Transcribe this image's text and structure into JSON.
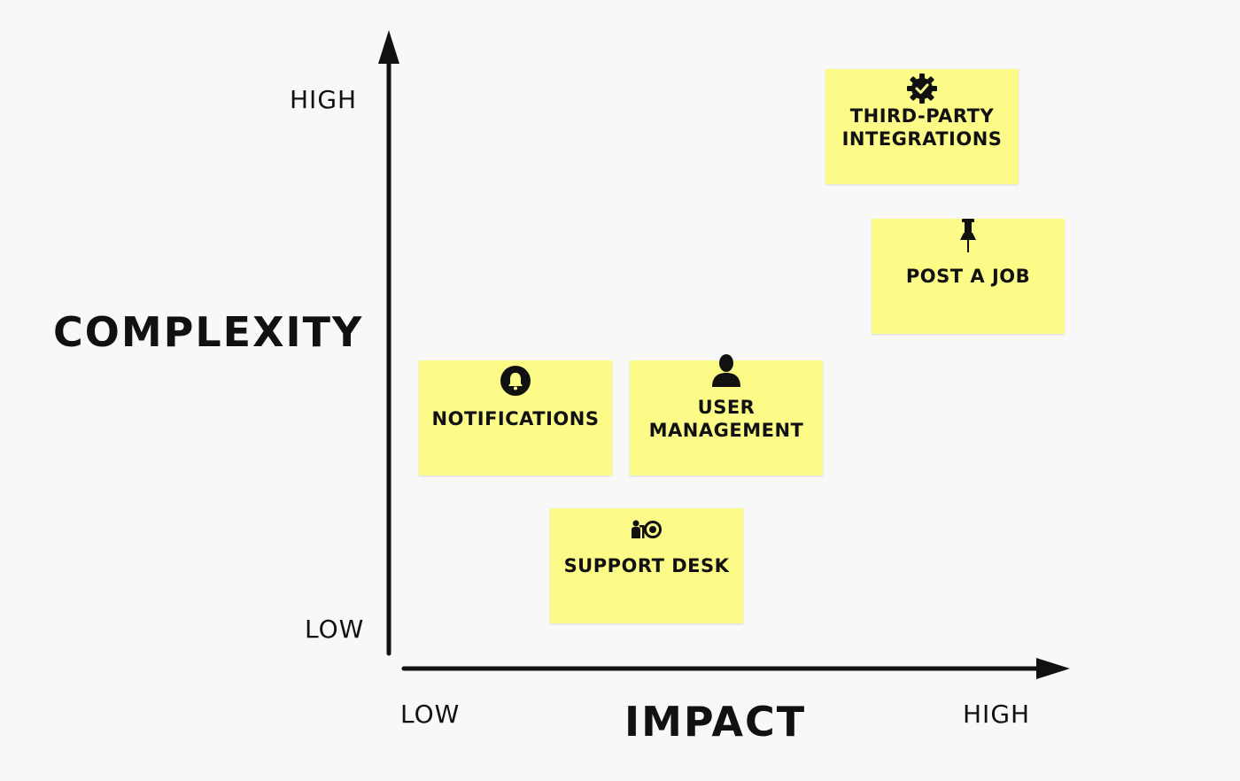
{
  "y_axis": {
    "title": "COMPLEXITY",
    "high_label": "HIGH",
    "low_label": "LOW"
  },
  "x_axis": {
    "title": "IMPACT",
    "low_label": "LOW",
    "high_label": "HIGH"
  },
  "notes": {
    "third_party": {
      "line1": "THIRD-PARTY",
      "line2": "INTEGRATIONS",
      "icon": "gear-check-icon"
    },
    "post_job": {
      "label": "POST A JOB",
      "icon": "pushpin-icon"
    },
    "notifications": {
      "label": "NOTIFICATIONS",
      "icon": "bell-icon"
    },
    "user_management": {
      "line1": "USER",
      "line2": "MANAGEMENT",
      "icon": "user-icon"
    },
    "support_desk": {
      "label": "SUPPORT DESK",
      "icon": "support-agent-icon"
    }
  },
  "colors": {
    "sticky_note": "#fcfb88",
    "ink": "#111111",
    "background": "#f8f8f8"
  }
}
